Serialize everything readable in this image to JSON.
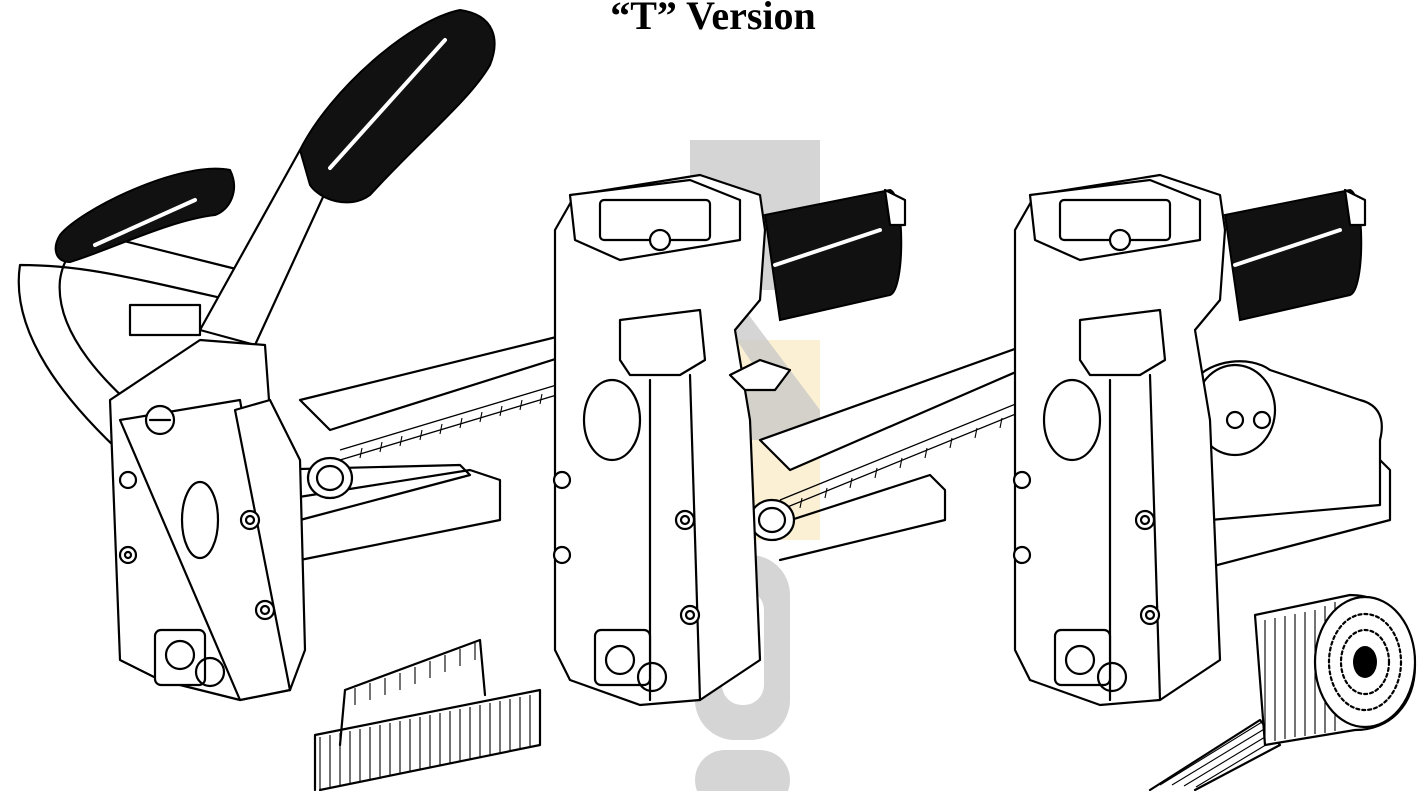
{
  "title": "“T” Version",
  "colors": {
    "line": "#000000",
    "background": "#ffffff",
    "watermark_gray": "#b3b3b3",
    "watermark_gold": "#f2d27a"
  },
  "figures": [
    {
      "name": "manual-stapler",
      "accessory": "staple-strip"
    },
    {
      "name": "pneumatic-stapler-strip",
      "accessory": "none"
    },
    {
      "name": "pneumatic-stapler-coil",
      "accessory": "staple-coil"
    }
  ]
}
